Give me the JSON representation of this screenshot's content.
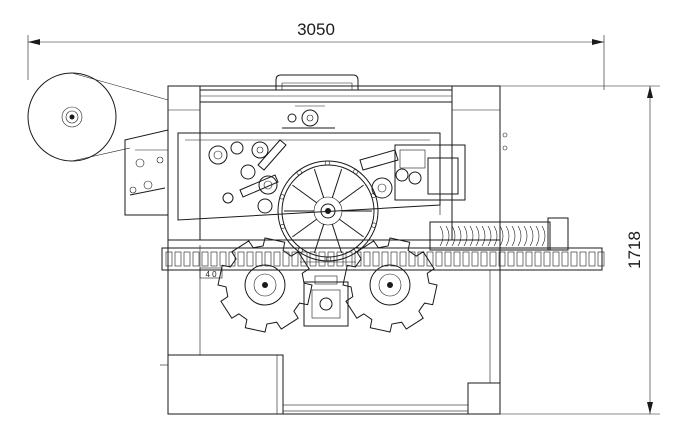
{
  "drawing": {
    "width_label": "3050",
    "height_label": "1718",
    "conveyor_tag": "4 0"
  }
}
